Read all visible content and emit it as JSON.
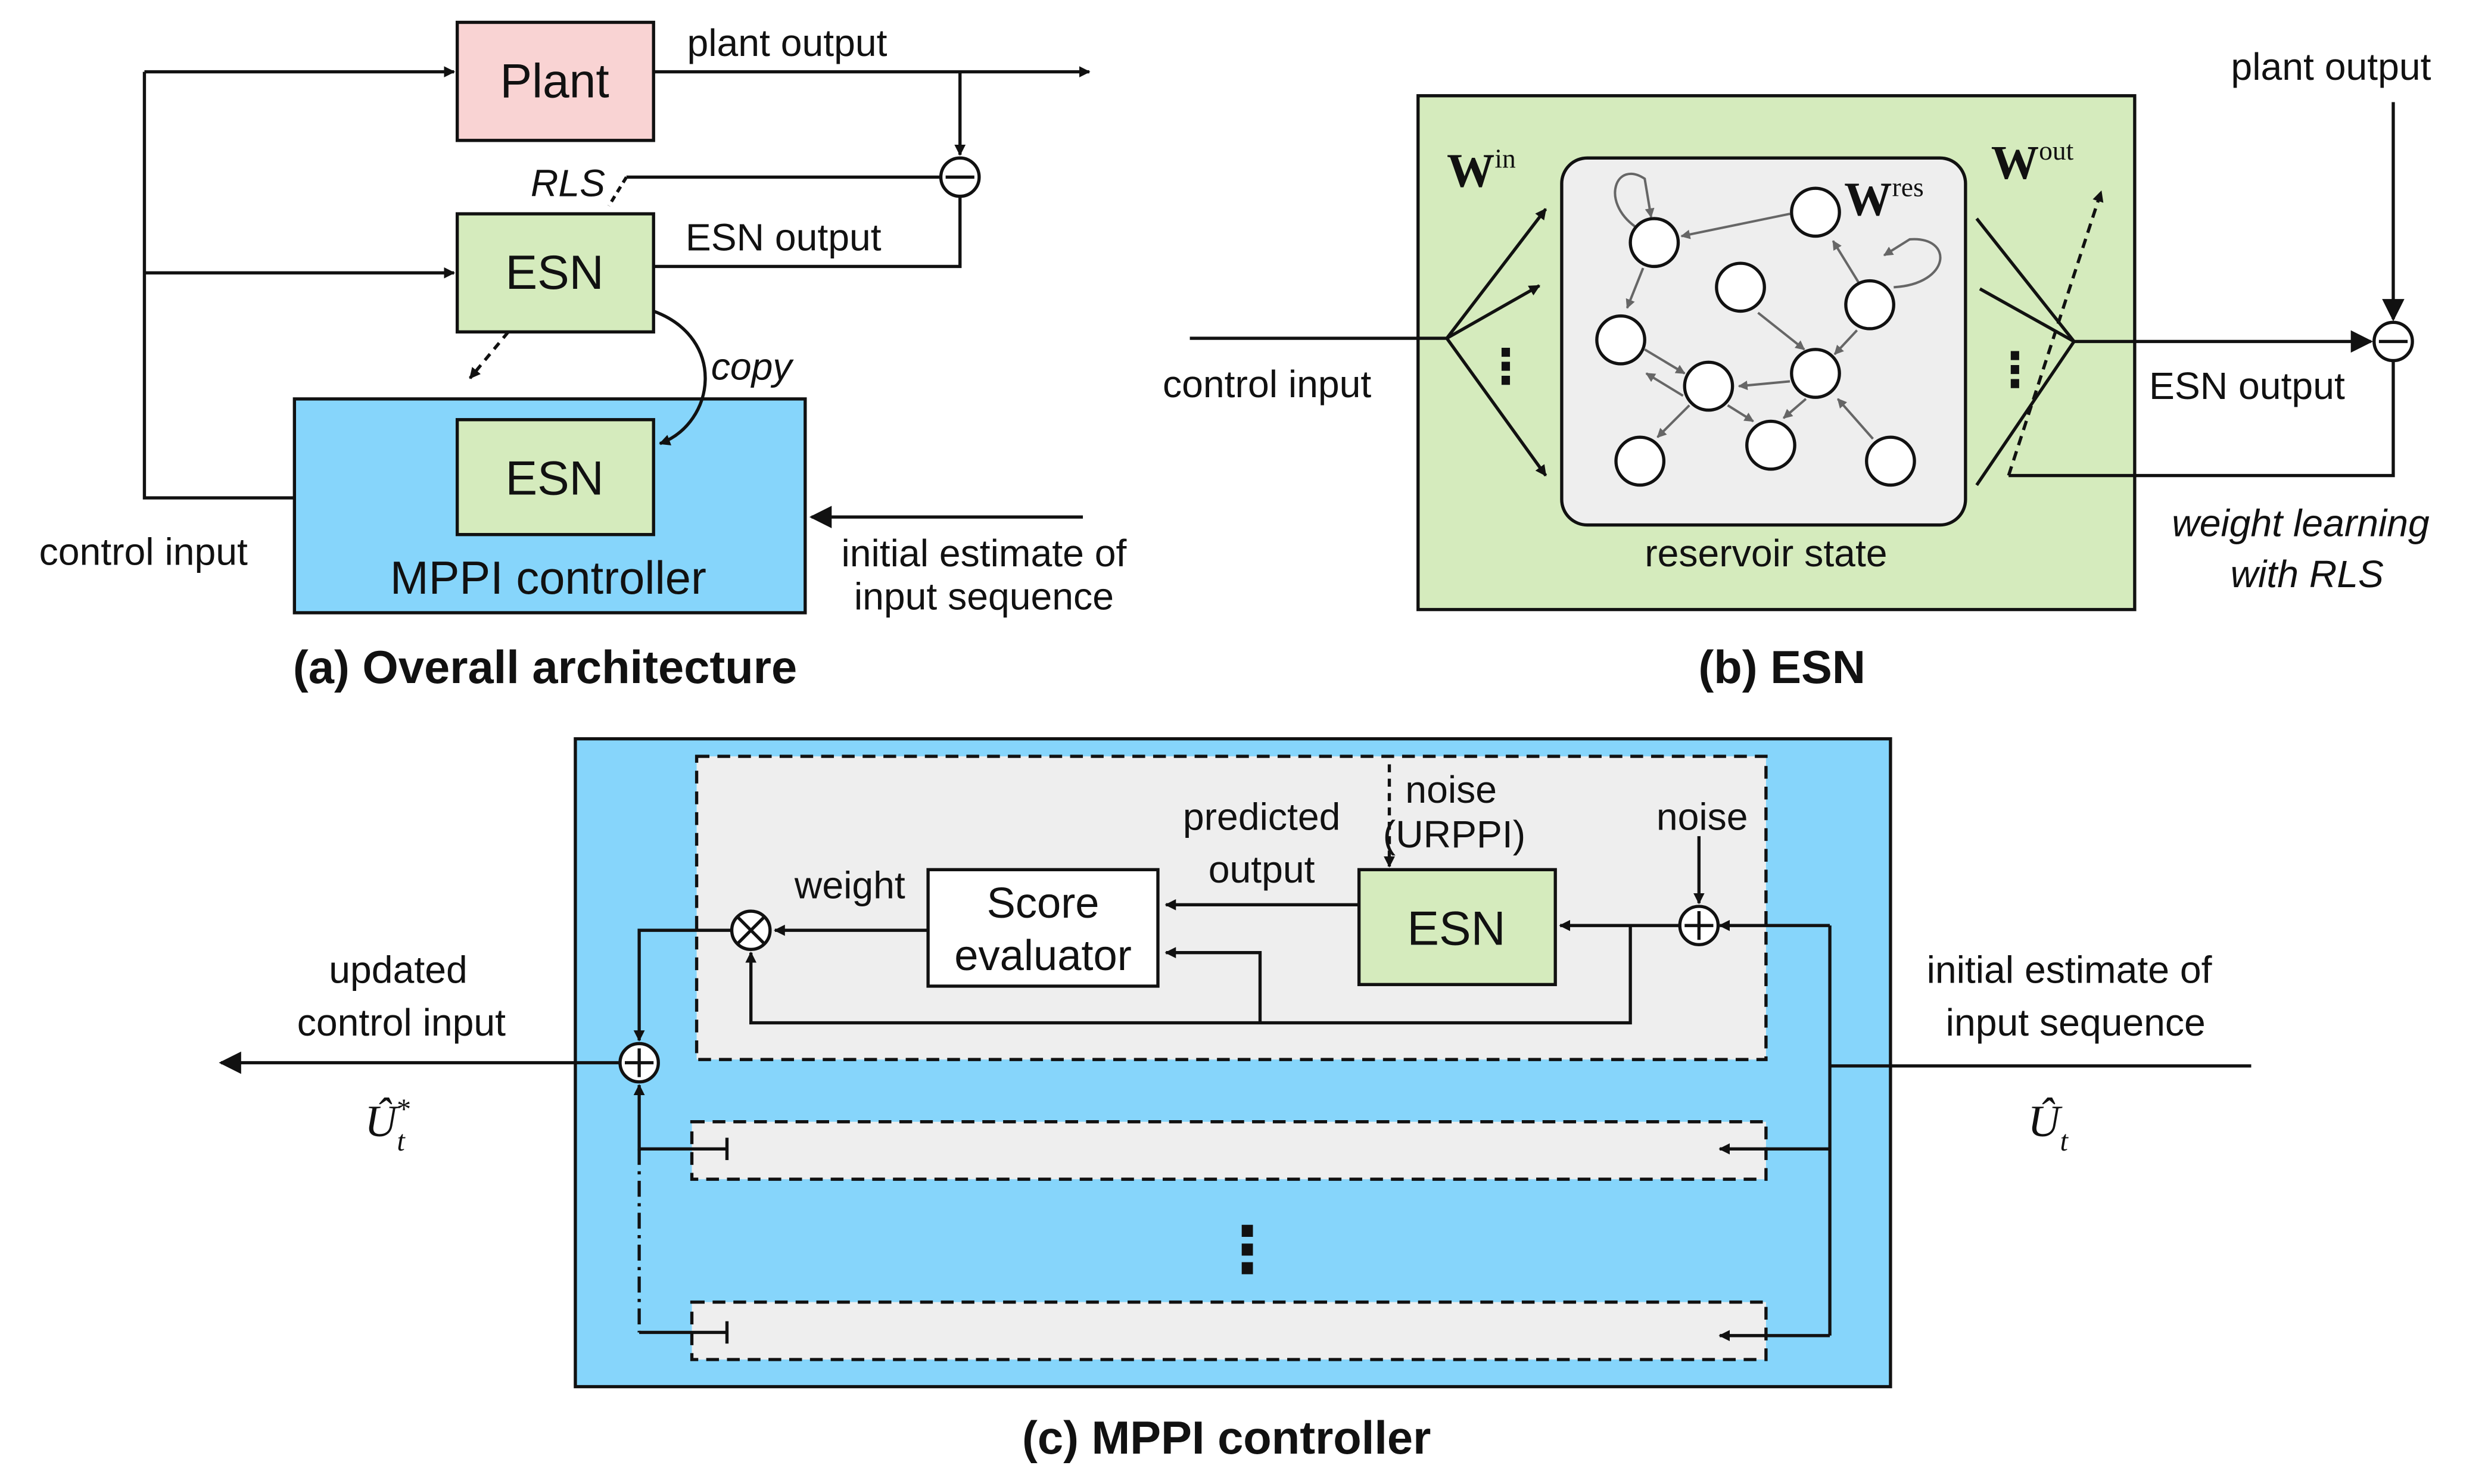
{
  "colors": {
    "plant_fill": "#f9d3d3",
    "esn_fill": "#d5ebbd",
    "controller_fill": "#86d5fb",
    "reservoir_panel_fill": "#d5ebbd",
    "reservoir_fill": "#eeeeee",
    "rollout_fill": "#eeeeee",
    "stroke": "#111111",
    "internal_arrow": "#666666"
  },
  "panel_a": {
    "caption": "(a) Overall architecture",
    "plant_label": "Plant",
    "esn_label": "ESN",
    "controller_esn_label": "ESN",
    "controller_label": "MPPI controller",
    "plant_output_label": "plant output",
    "esn_output_label": "ESN output",
    "rls_label": "RLS",
    "copy_label": "copy",
    "control_input_label": "control input",
    "initial_estimate_line1": "initial estimate of",
    "initial_estimate_line2": "input sequence",
    "subtract_symbol": "−"
  },
  "panel_b": {
    "caption": "(b) ESN",
    "plant_output_label": "plant output",
    "control_input_label": "control input",
    "esn_output_label": "ESN output",
    "reservoir_state_label": "reservoir state",
    "weight_learning_line1": "weight learning",
    "weight_learning_line2": "with RLS",
    "w_in_base": "W",
    "w_in_sup": "in",
    "w_res_base": "W",
    "w_res_sup": "res",
    "w_out_base": "W",
    "w_out_sup": "out",
    "subtract_symbol": "−",
    "ellipsis": "⋮"
  },
  "panel_c": {
    "caption": "(c) MPPI controller",
    "esn_label": "ESN",
    "score_line1": "Score",
    "score_line2": "evaluator",
    "predicted_line1": "predicted",
    "predicted_line2": "output",
    "noise_urppi_line1": "noise",
    "noise_urppi_line2": "(URPPI)",
    "noise_label": "noise",
    "weight_label": "weight",
    "updated_line1": "updated",
    "updated_line2": "control input",
    "initial_line1": "initial estimate of",
    "initial_line2": "input sequence",
    "u_star_base": "Û",
    "u_star_sub": "t",
    "u_star_sup": "*",
    "u_hat_base": "Û",
    "u_hat_sub": "t",
    "plus_symbol": "+",
    "times_symbol": "×",
    "ellipsis": "⋮"
  }
}
